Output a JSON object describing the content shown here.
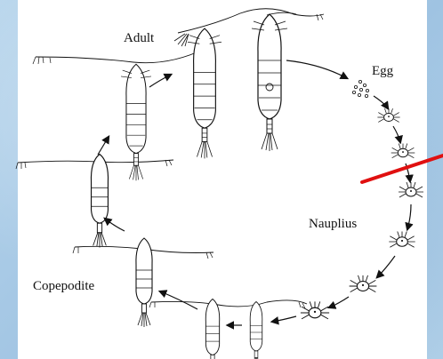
{
  "labels": {
    "adult": "Adult",
    "egg": "Egg",
    "nauplius": "Nauplius",
    "copepodite": "Copepodite"
  },
  "colors": {
    "background": "#aecde6",
    "ink": "#111111",
    "marker": "#e01010"
  }
}
